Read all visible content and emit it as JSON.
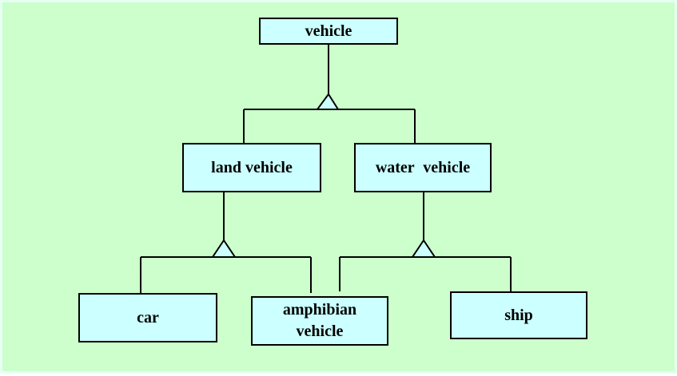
{
  "diagram": {
    "type": "inheritance-hierarchy",
    "nodes": {
      "vehicle": "vehicle",
      "land_vehicle": "land vehicle",
      "water_vehicle": "water  vehicle",
      "car": "car",
      "amphibian_vehicle": "amphibian\nvehicle",
      "ship": "ship"
    },
    "relations": [
      {
        "parent": "vehicle",
        "children": [
          "land_vehicle",
          "water_vehicle"
        ]
      },
      {
        "parent": "land_vehicle",
        "children": [
          "car",
          "amphibian_vehicle"
        ]
      },
      {
        "parent": "water_vehicle",
        "children": [
          "amphibian_vehicle",
          "ship"
        ]
      }
    ],
    "colors": {
      "background": "#ccffcc",
      "border": "#e6fff2",
      "node_fill": "#ccffff",
      "line": "#000000"
    }
  }
}
